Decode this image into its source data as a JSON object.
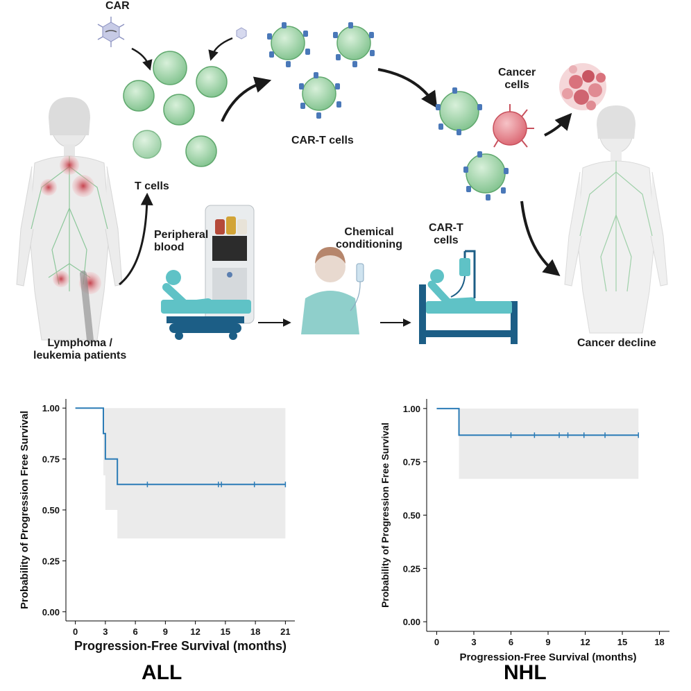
{
  "diagram": {
    "car_label": "CAR",
    "t_cells_label": "T cells",
    "car_t_cells_label": "CAR-T cells",
    "cancer_cells_label": "Cancer\ncells",
    "patients_label": "Lymphoma /\nleukemia patients",
    "peripheral_blood_label": "Peripheral\nblood",
    "chemical_conditioning_label": "Chemical\nconditioning",
    "car_t_cells_infusion_label": "CAR-T\ncells",
    "cancer_decline_label": "Cancer decline"
  },
  "colors": {
    "curve": "#2a7bb6",
    "ci_band": "#ebebeb",
    "tcell_fill": "#9fd3a6",
    "tcell_edge": "#5fa86d",
    "cancer_fill": "#e57b84",
    "receptor": "#4a78b8",
    "teal": "#5fc2c6",
    "navy": "#1c5e86"
  },
  "chart_data": [
    {
      "type": "line",
      "subtype": "kaplan-meier",
      "panel_title": "ALL",
      "xlabel": "Progression-Free Survival (months)",
      "ylabel": "Probability of Progression Free Survival",
      "xlim": [
        0,
        21
      ],
      "ylim": [
        0,
        1
      ],
      "xticks": [
        "0",
        "3",
        "6",
        "9",
        "12",
        "15",
        "18",
        "21"
      ],
      "yticks": [
        "0.00",
        "0.25",
        "0.50",
        "0.75",
        "1.00"
      ],
      "grid": false,
      "steps": [
        {
          "x": 0,
          "y": 1.0
        },
        {
          "x": 2.8,
          "y": 0.875
        },
        {
          "x": 3.0,
          "y": 0.75
        },
        {
          "x": 4.2,
          "y": 0.625
        },
        {
          "x": 21,
          "y": 0.625
        }
      ],
      "ci_upper": [
        {
          "x": 0,
          "y": 1.0
        },
        {
          "x": 21,
          "y": 1.0
        }
      ],
      "ci_lower": [
        {
          "x": 0,
          "y": 1.0
        },
        {
          "x": 2.8,
          "y": 0.67
        },
        {
          "x": 3.0,
          "y": 0.5
        },
        {
          "x": 4.2,
          "y": 0.36
        },
        {
          "x": 21,
          "y": 0.36
        }
      ],
      "censored": [
        7.2,
        14.3,
        14.6,
        17.9,
        21.0
      ]
    },
    {
      "type": "line",
      "subtype": "kaplan-meier",
      "panel_title": "NHL",
      "xlabel": "Progression-Free Survival (months)",
      "ylabel": "Probability of Progression Free Survival",
      "xlim": [
        0,
        18
      ],
      "ylim": [
        0,
        1
      ],
      "xticks": [
        "0",
        "3",
        "6",
        "9",
        "12",
        "15",
        "18"
      ],
      "yticks": [
        "0.00",
        "0.25",
        "0.50",
        "0.75",
        "1.00"
      ],
      "grid": false,
      "steps": [
        {
          "x": 0,
          "y": 1.0
        },
        {
          "x": 1.8,
          "y": 0.875
        },
        {
          "x": 16.3,
          "y": 0.875
        }
      ],
      "ci_upper": [
        {
          "x": 0,
          "y": 1.0
        },
        {
          "x": 16.3,
          "y": 1.0
        }
      ],
      "ci_lower": [
        {
          "x": 0,
          "y": 1.0
        },
        {
          "x": 1.8,
          "y": 0.67
        },
        {
          "x": 16.3,
          "y": 0.67
        }
      ],
      "censored": [
        6.0,
        7.9,
        9.9,
        10.6,
        11.9,
        13.6,
        16.3
      ]
    }
  ]
}
